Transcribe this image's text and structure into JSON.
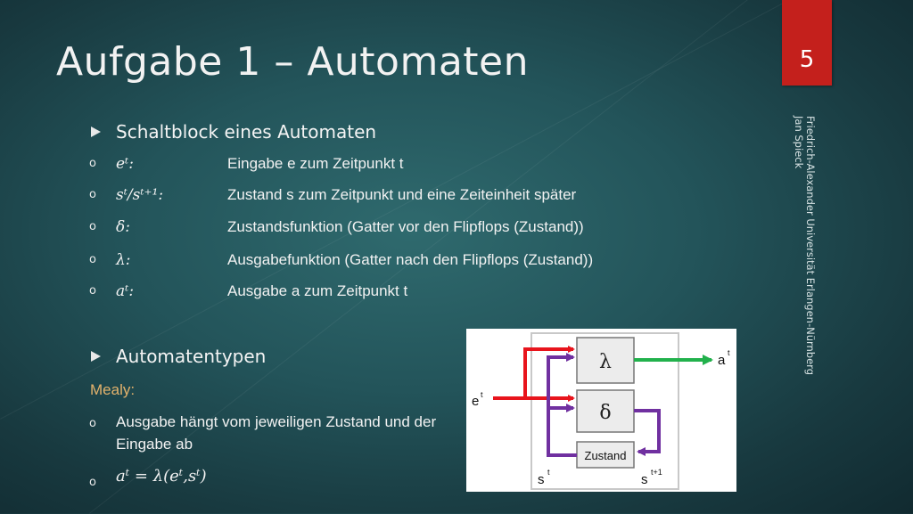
{
  "slide": {
    "title": "Aufgabe 1 – Automaten",
    "page_number": "5",
    "side_text": [
      "Friedrich-Alexander Universität Erlangen-Nürnberg",
      "Jan Spieck"
    ]
  },
  "section1": {
    "heading": "Schaltblock eines Automaten",
    "items": [
      {
        "symbol": "eᵗ:",
        "desc": "Eingabe e zum Zeitpunkt t"
      },
      {
        "symbol": "sᵗ/sᵗ⁺¹:",
        "desc": "Zustand s zum Zeitpunkt und eine Zeiteinheit später"
      },
      {
        "symbol": "δ:",
        "desc": "Zustandsfunktion (Gatter vor den Flipflops (Zustand))"
      },
      {
        "symbol": "λ:",
        "desc": "Ausgabefunktion (Gatter nach den Flipflops (Zustand))"
      },
      {
        "symbol": "aᵗ:",
        "desc": "Ausgabe a zum Zeitpunkt t"
      }
    ]
  },
  "section2": {
    "heading": "Automatentypen",
    "mealy_label": "Mealy:",
    "mealy_desc": "Ausgabe hängt vom jeweiligen Zustand und der Eingabe ab",
    "formula": "aᵗ = λ(eᵗ,sᵗ)"
  },
  "diagram": {
    "lambda": "λ",
    "delta": "δ",
    "zustand": "Zustand",
    "input": "e",
    "input_sup": "t",
    "output": "a",
    "output_sup": "t",
    "state_left": "s",
    "state_left_sup": "t",
    "state_right": "s",
    "state_right_sup": "t+1",
    "colors": {
      "input": "#e8141c",
      "output": "#22b14c",
      "state": "#7030a0"
    }
  },
  "bullets": {
    "sub": "o"
  },
  "colors": {
    "accent": "#c4201c",
    "mealy": "#e3b26c"
  }
}
